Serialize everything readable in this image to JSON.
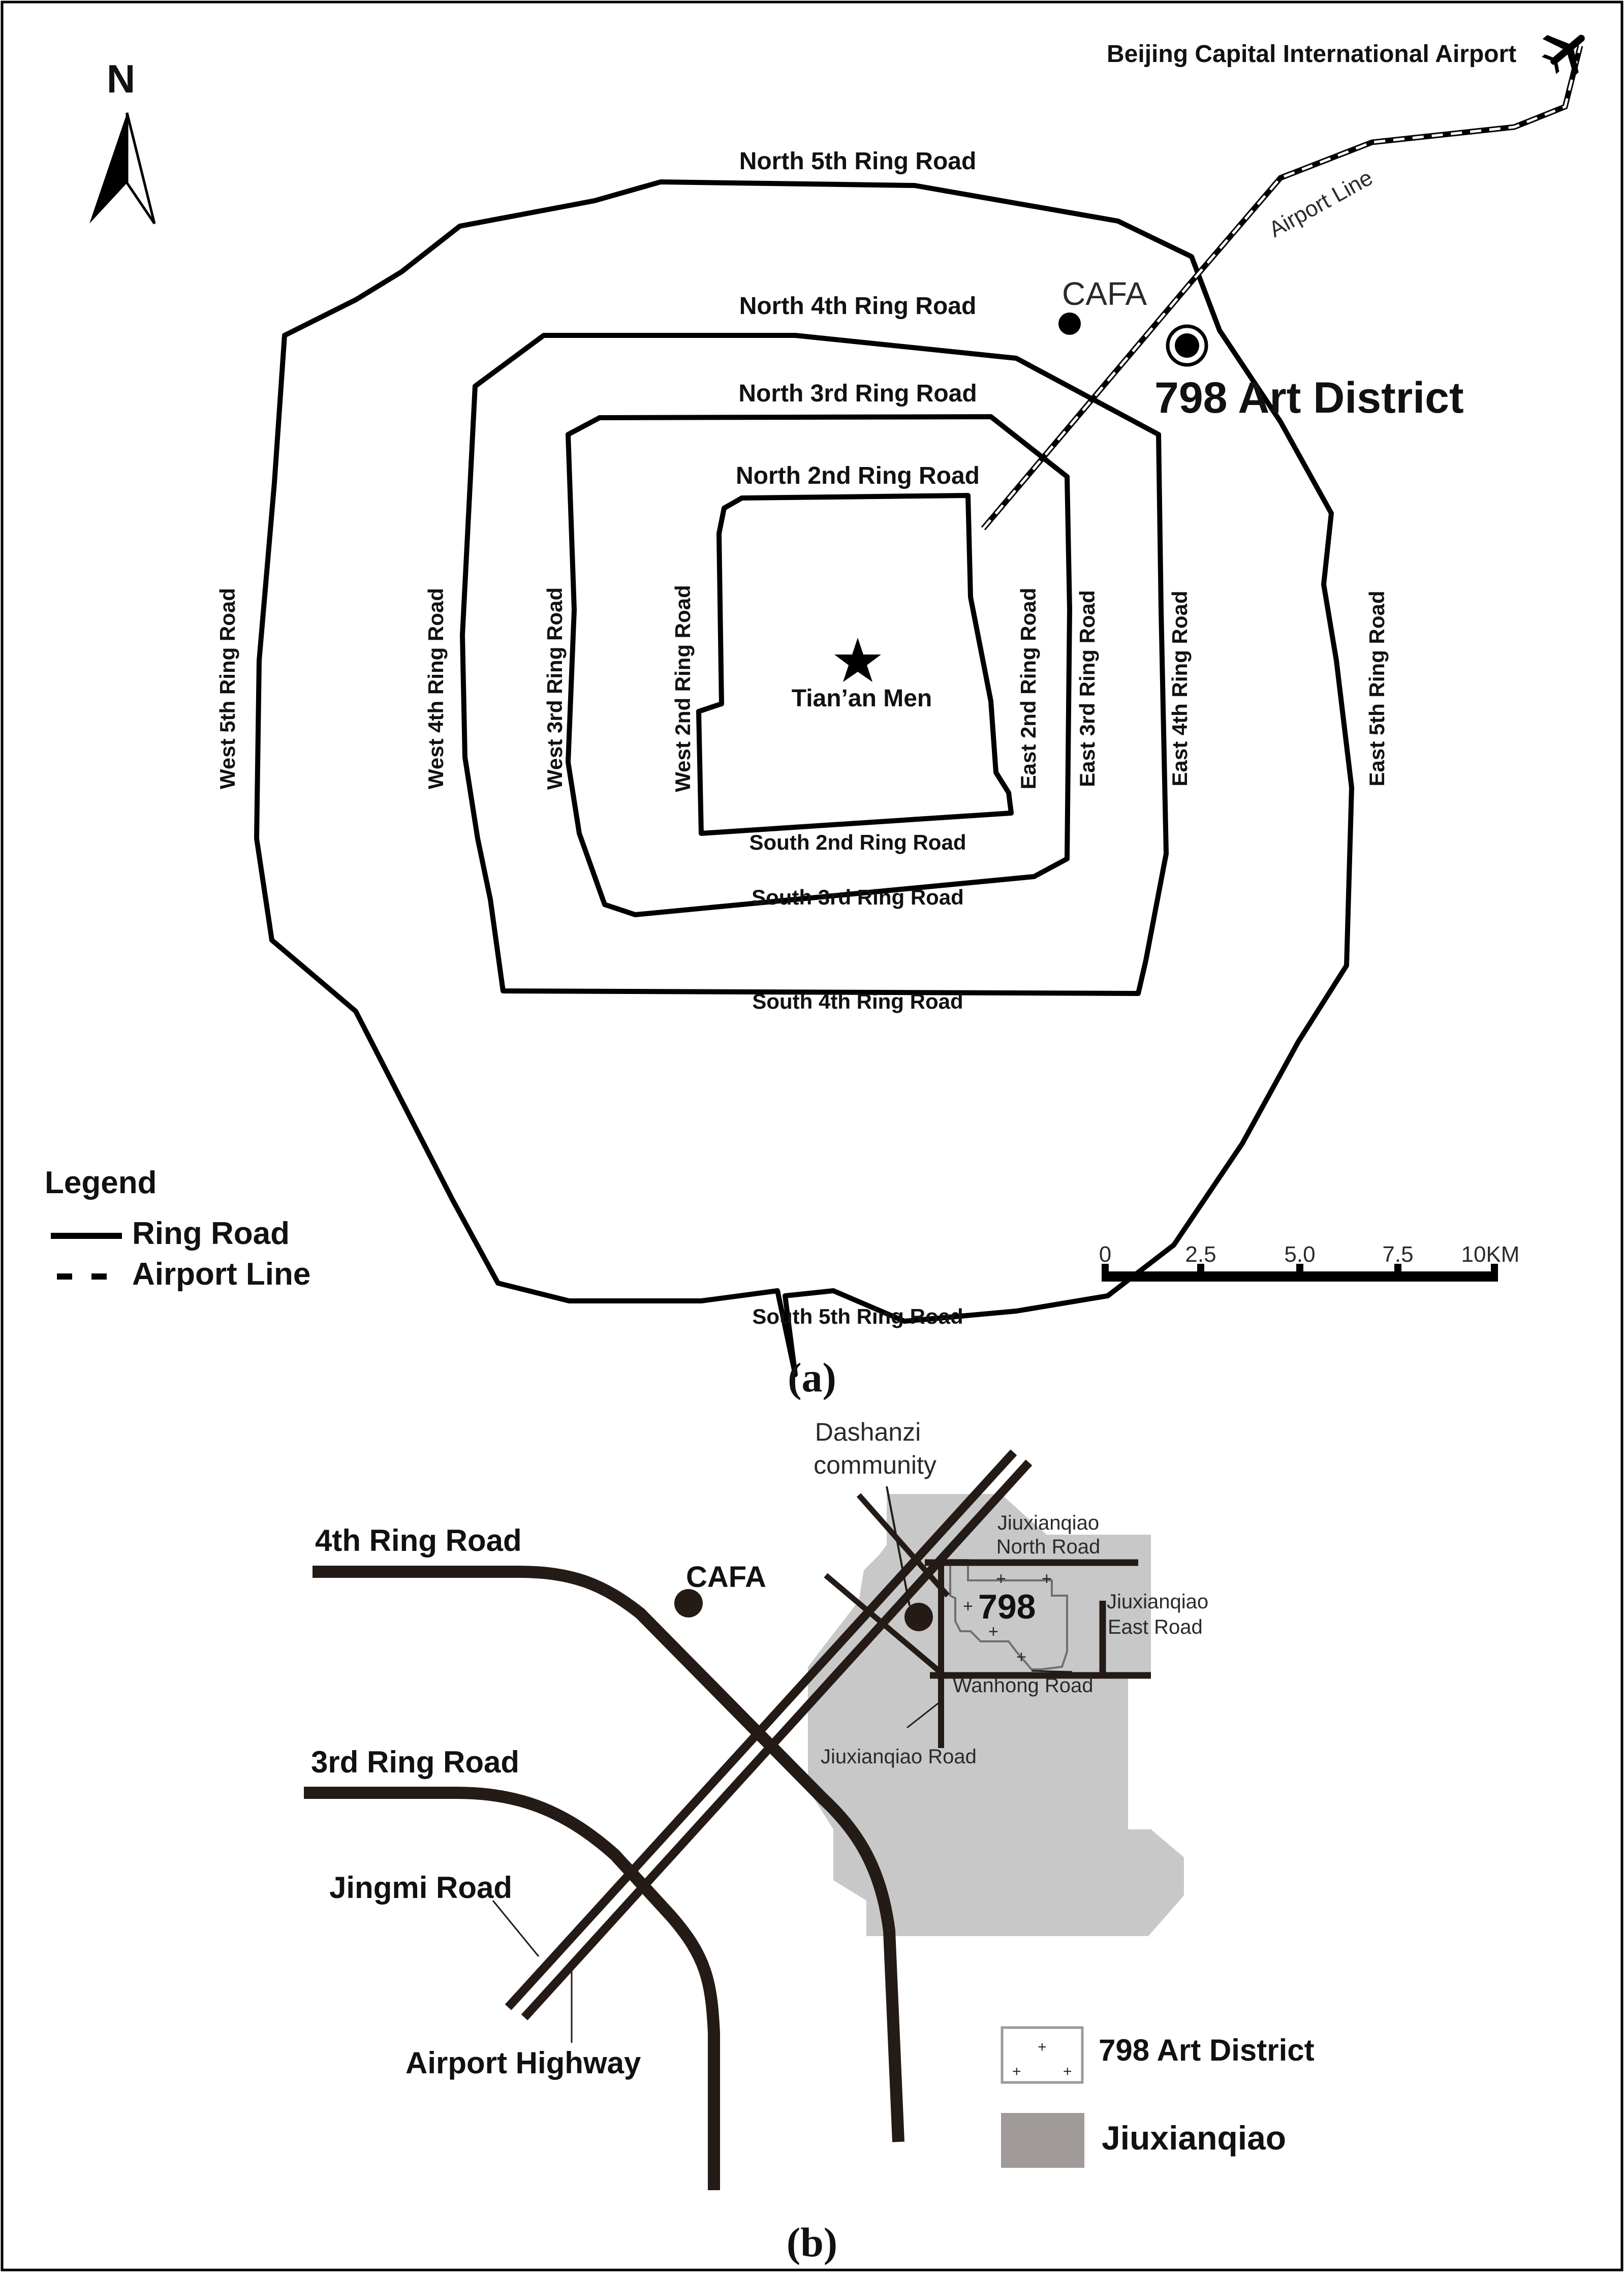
{
  "panel_a": {
    "caption": "(a)",
    "north_label": "N",
    "rings": {
      "north_5th": "North 5th Ring Road",
      "north_4th": "North 4th Ring Road",
      "north_3rd": "North 3rd Ring Road",
      "north_2nd": "North 2nd Ring Road",
      "south_2nd": "South 2nd Ring Road",
      "south_3rd": "South 3rd Ring Road",
      "south_4th": "South 4th Ring Road",
      "south_5th": "South 5th Ring Road",
      "west_5th": "West 5th Ring Road",
      "west_4th": "West 4th Ring Road",
      "west_3rd": "West 3rd Ring Road",
      "west_2nd": "West 2nd Ring Road",
      "east_2nd": "East 2nd Ring Road",
      "east_3rd": "East 3rd Ring Road",
      "east_4th": "East 4th Ring Road",
      "east_5th": "East 5th Ring Road"
    },
    "places": {
      "airport": "Beijing Capital International Airport",
      "airport_line": "Airport Line",
      "cafa": "CAFA",
      "art_district": "798 Art District",
      "tiananmen": "Tian’an Men"
    },
    "legend": {
      "title": "Legend",
      "ring_road": "Ring Road",
      "airport_line": "Airport Line"
    },
    "scale": {
      "ticks": [
        "0",
        "2.5",
        "5.0",
        "7.5",
        "10KM"
      ]
    }
  },
  "panel_b": {
    "caption": "(b)",
    "roads": {
      "ring4": "4th Ring Road",
      "ring3": "3rd Ring Road",
      "jingmi": "Jingmi Road",
      "airport_hwy": "Airport Highway",
      "jxq_north_1": "Jiuxianqiao",
      "jxq_north_2": "North Road",
      "jxq_east_1": "Jiuxianqiao",
      "jxq_east_2": "East Road",
      "wanhong": "Wanhong Road",
      "jxq_road": "Jiuxianqiao Road"
    },
    "places": {
      "dashanzi_1": "Dashanzi",
      "dashanzi_2": "community",
      "cafa": "CAFA",
      "label_798": "798"
    },
    "legend": {
      "art_district": "798 Art District",
      "jiuxianqiao": "Jiuxianqiao"
    },
    "colors": {
      "jiuxianqiao_area": "#c8c8c8",
      "legend_jiuxianqiao": "#a09a98",
      "road": "#241a16"
    }
  }
}
